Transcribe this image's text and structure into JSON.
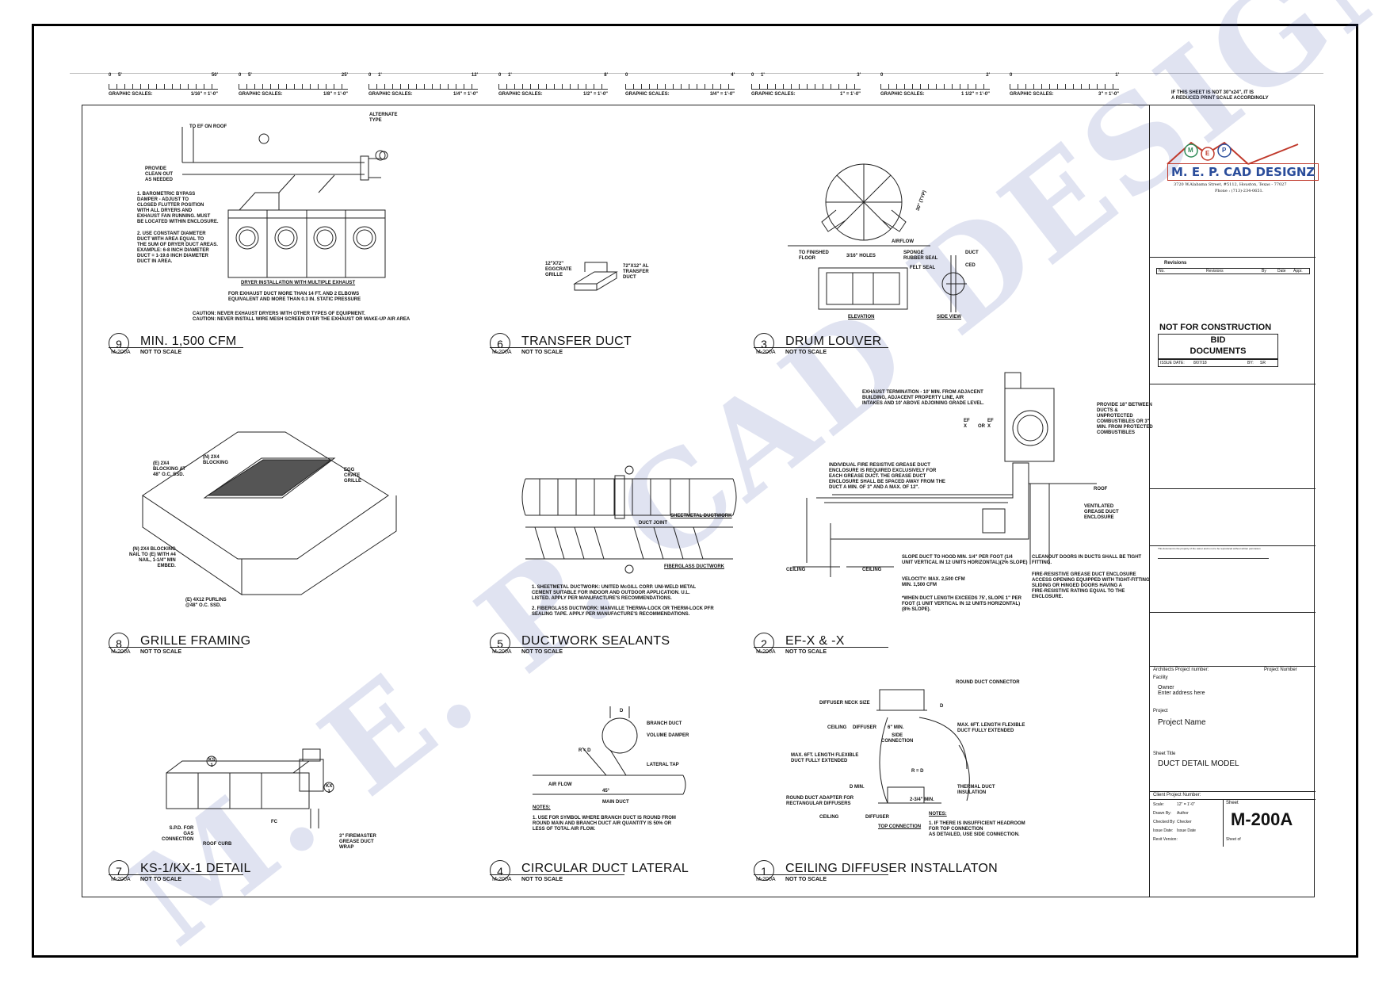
{
  "scales": [
    {
      "nums": [
        "0",
        "5'",
        "50'"
      ],
      "label": "GRAPHIC SCALES:",
      "value": "1/16\" = 1'-0\""
    },
    {
      "nums": [
        "0",
        "5'",
        "25'"
      ],
      "label": "GRAPHIC SCALES:",
      "value": "1/8\" = 1'-0\""
    },
    {
      "nums": [
        "0",
        "1'",
        "12'"
      ],
      "label": "GRAPHIC SCALES:",
      "value": "1/4\" = 1'-0\""
    },
    {
      "nums": [
        "0",
        "1'",
        "8'"
      ],
      "label": "GRAPHIC SCALES:",
      "value": "1/2\" = 1'-0\""
    },
    {
      "nums": [
        "0",
        "",
        "4'"
      ],
      "label": "GRAPHIC SCALES:",
      "value": "3/4\" = 1'-0\""
    },
    {
      "nums": [
        "0",
        "1'",
        "3'"
      ],
      "label": "GRAPHIC SCALES:",
      "value": "1\" = 1'-0\""
    },
    {
      "nums": [
        "0",
        "",
        "2'"
      ],
      "label": "GRAPHIC SCALES:",
      "value": "1 1/2\" = 1'-0\""
    },
    {
      "nums": [
        "0",
        "",
        "1'"
      ],
      "label": "GRAPHIC SCALES:",
      "value": "3\" = 1'-0\""
    }
  ],
  "reduced_note": "IF THIS SHEET IS NOT 30\"x24\", IT IS\nA REDUCED PRINT SCALE ACCORDINGLY",
  "details": [
    {
      "num": "9",
      "title": "MIN. 1,500 CFM",
      "sheet": "M-200A",
      "scale": "NOT TO SCALE"
    },
    {
      "num": "6",
      "title": "TRANSFER DUCT",
      "sheet": "M-200A",
      "scale": "NOT TO SCALE"
    },
    {
      "num": "3",
      "title": "DRUM LOUVER",
      "sheet": "M-200A",
      "scale": "NOT TO SCALE"
    },
    {
      "num": "8",
      "title": "GRILLE FRAMING",
      "sheet": "M-200A",
      "scale": "NOT TO SCALE"
    },
    {
      "num": "5",
      "title": "DUCTWORK SEALANTS",
      "sheet": "M-200A",
      "scale": "NOT TO SCALE"
    },
    {
      "num": "2",
      "title": "EF-X & -X",
      "sheet": "M-200A",
      "scale": "NOT TO SCALE"
    },
    {
      "num": "7",
      "title": "KS-1/KX-1 DETAIL",
      "sheet": "M-200A",
      "scale": "NOT TO SCALE"
    },
    {
      "num": "4",
      "title": "CIRCULAR DUCT LATERAL",
      "sheet": "M-200A",
      "scale": "NOT TO SCALE"
    },
    {
      "num": "1",
      "title": "CEILING DIFFUSER INSTALLATON",
      "sheet": "M-200A",
      "scale": "NOT TO SCALE"
    }
  ],
  "notes": {
    "d9_top": "TO EF ON ROOF",
    "d9_alt": "ALTERNATE\nTYPE",
    "d9_clean": "PROVIDE\nCLEAN OUT\nAS NEEDED",
    "d9_n1": "1. BAROMETRIC BYPASS\nDAMPER - ADJUST TO\nCLOSED FLUTTER POSITION\nWITH ALL DRYERS AND\nEXHAUST FAN RUNNING. MUST\nBE LOCATED WITHIN ENCLOSURE.",
    "d9_n2": "2. USE CONSTANT DIAMETER\nDUCT WITH AREA EQUAL TO\nTHE SUM OF DRYER DUCT AREAS.\nEXAMPLE: 6-8 INCH DIAMETER\nDUCT = 1-19.6 INCH DIAMETER\nDUCT IN AREA.",
    "d9_caption": "DRYER INSTALLATION WITH MULTIPLE EXHAUST",
    "d9_long": "FOR EXHAUST DUCT MORE THAN 14 FT. AND 2 ELBOWS\nEQUIVALENT AND MORE THAN 0.3 IN. STATIC PRESSURE",
    "d9_caution": "CAUTION: NEVER EXHAUST DRYERS WITH OTHER TYPES OF EQUIPMENT.\nCAUTION: NEVER INSTALL WIRE MESH SCREEN OVER THE EXHAUST OR MAKE-UP AIR AREA",
    "d6_grille": "12\"X72\"\nEGGCRATE\nGRILLE",
    "d6_duct": "72\"X12\" AL\nTRANSFER\nDUCT",
    "d3_finish": "TO FINISHED\nFLOOR",
    "d3_holes": "3/16\" HOLES",
    "d3_sponge": "SPONGE\nRUBBER SEAL",
    "d3_felt": "FELT SEAL",
    "d3_duct": "DUCT",
    "d3_ced": "CED",
    "d3_elev": "ELEVATION",
    "d3_side": "SIDE VIEW",
    "d3_airflow": "AIRFLOW",
    "d3_typ": "30\" (TYP)",
    "d8_blocking": "(N) 2X4\nBLOCKING",
    "d8_blocking2": "(E) 2X4\nBLOCKING AT\n48\" O.C. SSD.",
    "d8_egg": "EGG\nCRATE\nGRILLE",
    "d8_nail": "(N) 2X4 BLOCKING\nNAIL TO (E) WITH #4\nNAIL, 1-1/4\" MIN\nEMBED.",
    "d8_purlin": "(E) 4X12 PURLINS\n@48\" O.C. SSD.",
    "d5_sheet": "SHEETMETAL DUCTWORK",
    "d5_joint": "DUCT JOINT",
    "d5_fiber": "FIBERGLASS DUCTWORK",
    "d5_n1": "1. SHEETMETAL DUCTWORK: UNITED McGILL CORP. UNI-WELD METAL\nCEMENT SUITABLE FOR INDOOR AND OUTDOOR APPLICATION. U.L.\nLISTED. APPLY PER MANUFACTURE'S RECOMMENDATIONS.",
    "d5_n2": "2. FIBERGLASS DUCTWORK: MANVILLE THERMA-LOCK OR THERM-LOCK PFR\nSEALING TAPE. APPLY PER MANUFACTURE'S RECOMMENDATIONS.",
    "d2_exh": "EXHAUST TERMINATION - 10' MIN. FROM ADJACENT\nBUILDING, ADJACENT PROPERTY LINE, AIR\nINTAKES AND 10' ABOVE ADJOINING GRADE LEVEL.",
    "d2_prov": "PROVIDE 18\" BETWEEN\nDUCTS &\nUNPROTECTED\nCOMBUSTIBLES OR 3\"\nMIN. FROM PROTECTED\nCOMBUSTIBLES",
    "d2_ind": "INDIVIDUAL FIRE RESISTIVE GREASE DUCT\nENCLOSURE IS REQUIRED EXCLUSIVELY FOR\nEACH GREASE DUCT. THE GREASE DUCT\nENCLOSURE SHALL BE SPACED AWAY FROM THE\nDUCT A MIN. OF 3\" AND A MAX. OF 12\".",
    "d2_roof": "ROOF",
    "d2_vent": "VENTILATED\nGREASE DUCT\nENCLOSURE",
    "d2_slope": "SLOPE DUCT TO HOOD MIN. 1/4\" PER FOOT (1/4\nUNIT VERTICAL IN 12 UNITS HORIZONTAL)(2% SLOPE)",
    "d2_vel": "VELOCITY: MAX. 2,500 CFM\nMIN. 1,500 CFM",
    "d2_when": "*WHEN DUCT LENGTH EXCEEDS 75', SLOPE 1\" PER\nFOOT (1 UNIT VERTICAL IN 12 UNITS HORIZONTAL)\n(8% SLOPE).",
    "d2_clean": "CLEANOUT DOORS IN DUCTS SHALL BE TIGHT\nFITTING.",
    "d2_fire": "FIRE-RESISTIVE GREASE DUCT ENCLOSURE\nACCESS OPENING EQUIPPED WITH TIGHT-FITTING\nSLIDING OR HINGED DOORS HAVING A\nFIRE-RESISTIVE RATING EQUAL TO THE\nENCLOSURE.",
    "d2_ceil1": "CEILING",
    "d2_ceil2": "CEILING",
    "d2_or": "OR",
    "d7_ks": "KS\n1",
    "d7_kx": "KX\n1",
    "d7_spd": "S.P.D. FOR\nGAS\nCONNECTION",
    "d7_roof": "ROOF CURB",
    "d7_fc": "FC",
    "d7_fire": "3\" FIREMASTER\nGREASE DUCT\nWRAP",
    "d4_branch": "BRANCH DUCT",
    "d4_vol": "VOLUME DAMPER",
    "d4_lat": "LATERAL TAP",
    "d4_main": "MAIN DUCT",
    "d4_air": "AIR FLOW",
    "d4_d": "D",
    "d4_r": "R = D",
    "d4_ang": "45°",
    "d4_notes": "NOTES:",
    "d4_n1": "1. USE FOR SYMBOL WHERE BRANCH DUCT IS ROUND FROM\nROUND MAIN AND BRANCH DUCT AIR QUANTITY IS 50% OR\nLESS OF TOTAL AIR FLOW.",
    "d1_round": "ROUND DUCT CONNECTOR",
    "d1_neck": "DIFFUSER NECK SIZE",
    "d1_ceil": "CEILING",
    "d1_diff": "DIFFUSER",
    "d1_min": "6\" MIN.",
    "d1_side": "SIDE\nCONNECTION",
    "d1_max1": "MAX. 6FT. LENGTH FLEXIBLE\nDUCT FULLY EXTENDED",
    "d1_max2": "MAX. 6FT. LENGTH FLEXIBLE\nDUCT FULLY EXTENDED",
    "d1_r": "R = D",
    "d1_dmin": "D MIN.",
    "d1_adapter": "ROUND DUCT ADAPTER FOR\nRECTANGULAR DIFFUSERS",
    "d1_therm": "THERMAL DUCT\nINSULATION",
    "d1_23": "2-3/4\" MIN.",
    "d1_ceil2": "CEILING",
    "d1_diff2": "DIFFUSER",
    "d1_top": "TOP CONNECTION",
    "d1_notes": "NOTES:",
    "d1_n1": "1. IF THERE IS INSUFFICIENT HEADROOM\nFOR TOP CONNECTION\nAS DETAILED, USE SIDE CONNECTION.",
    "d1_d": "D"
  },
  "watermark": "M. E. P. CAD DESIGNZ",
  "titleblock": {
    "logo_text": "M. E. P. CAD DESIGNZ",
    "logo_letters": [
      "M",
      "E",
      "P"
    ],
    "address": "3720 W.Alabama Street, #5112, Houston, Texas - 77027",
    "phone": "Phone : (713)-234-0651.",
    "revisions_label": "Revisions",
    "rev_cols": [
      "No.",
      "Revisions",
      "By",
      "Date",
      "Appr."
    ],
    "not_for": "NOT FOR CONSTRUCTION",
    "bid": "BID\nDOCUMENTS",
    "issue_label": "ISSUE DATE:",
    "issue_date": "8/07/18",
    "by_label": "BY:",
    "by_val": "SR",
    "prop": "This document is the property of the owner and is not to be reproduced without written permission",
    "arch_label": "Architects Project number:",
    "proj_num_label": "Project Number",
    "facility": "Facility",
    "owner": "Owner\nEnter address here",
    "project_label": "Project",
    "project_name": "Project Name",
    "sheet_title_label": "Sheet Title",
    "sheet_title": "DUCT DETAIL MODEL",
    "client_label": "Client Project Number:",
    "scale_label": "Scale:",
    "scale_val": "12\" = 1'-0\"",
    "drawn_label": "Drawn By:",
    "drawn_val": "Author",
    "checked_label": "Checked By:",
    "checked_val": "Checker",
    "issue2_label": "Issue Date:",
    "issue2_val": "Issue Date",
    "rev_label": "Revit Version:",
    "sheet_label": "Sheet",
    "sheet_num": "M-200A",
    "sheet_of": "Sheet      of"
  }
}
